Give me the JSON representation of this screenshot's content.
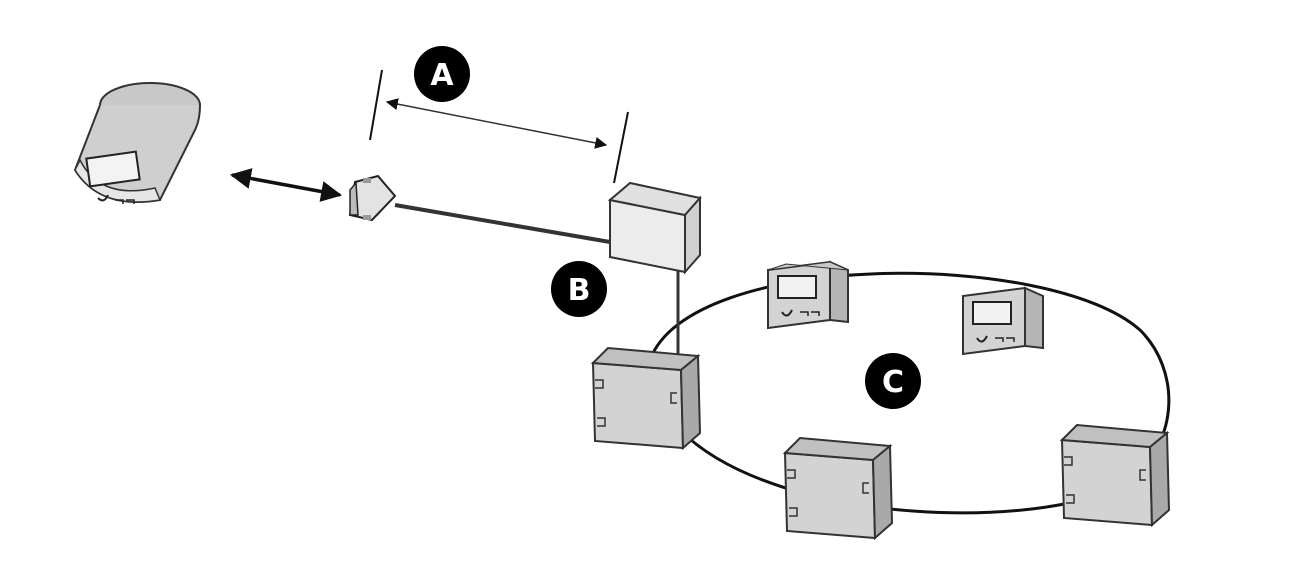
{
  "labels": {
    "a": "A",
    "b": "B",
    "c": "C"
  },
  "colors": {
    "line": "#111111",
    "device_body": "#d3d3d3",
    "device_dark": "#a9a9a9",
    "box_fill": "#ececec",
    "badge": "#000000"
  },
  "icons": {
    "computer": "handheld-display-icon",
    "connector": "db-connector-icon",
    "converter": "converter-box-icon",
    "meter": "panel-meter-icon",
    "module": "din-module-icon"
  }
}
